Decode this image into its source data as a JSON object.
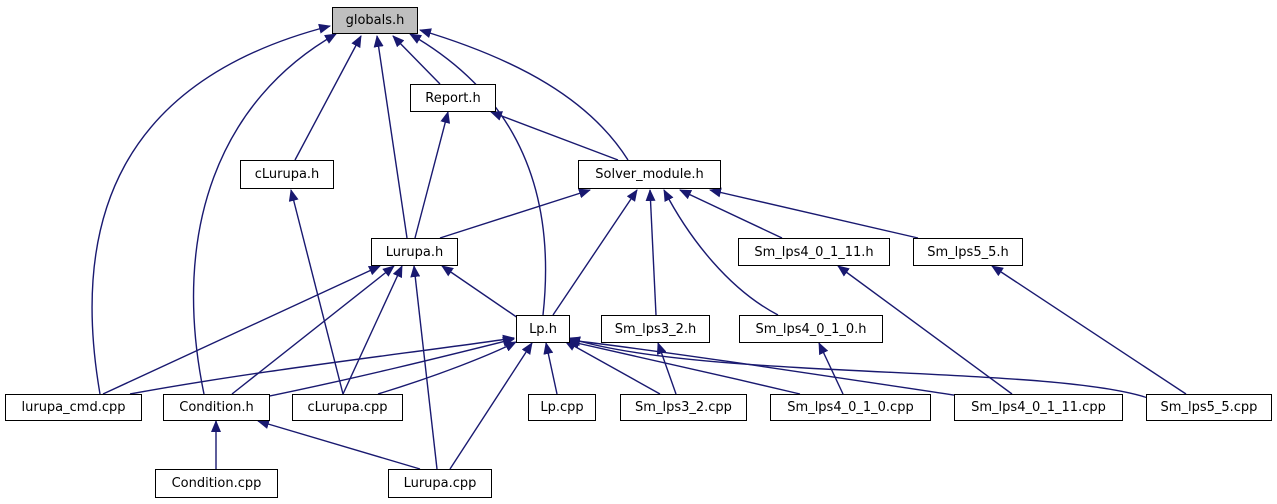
{
  "nodes": {
    "globals_h": "globals.h",
    "report_h": "Report.h",
    "clurupa_h": "cLurupa.h",
    "solver_module_h": "Solver_module.h",
    "lurupa_h": "Lurupa.h",
    "sm_lps4_0_1_11_h": "Sm_lps4_0_1_11.h",
    "sm_lps5_5_h": "Sm_lps5_5.h",
    "lp_h": "Lp.h",
    "sm_lps3_2_h": "Sm_lps3_2.h",
    "sm_lps4_0_1_0_h": "Sm_lps4_0_1_0.h",
    "lurupa_cmd_cpp": "lurupa_cmd.cpp",
    "condition_h": "Condition.h",
    "clurupa_cpp": "cLurupa.cpp",
    "lp_cpp": "Lp.cpp",
    "sm_lps3_2_cpp": "Sm_lps3_2.cpp",
    "sm_lps4_0_1_0_cpp": "Sm_lps4_0_1_0.cpp",
    "sm_lps4_0_1_11_cpp": "Sm_lps4_0_1_11.cpp",
    "sm_lps5_5_cpp": "Sm_lps5_5.cpp",
    "condition_cpp": "Condition.cpp",
    "lurupa_cpp": "Lurupa.cpp"
  },
  "colors": {
    "edge": "#191970",
    "root_fill": "#bfbfbf",
    "node_fill": "#ffffff",
    "border": "#000000"
  }
}
